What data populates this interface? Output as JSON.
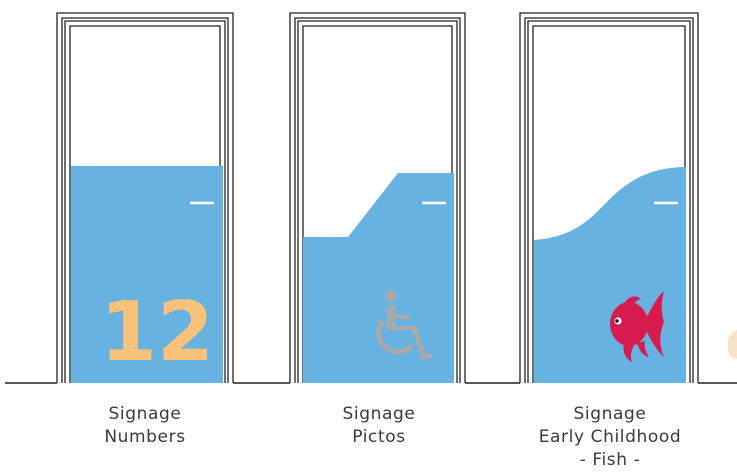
{
  "colors": {
    "door_blue": "#68b2e1",
    "number_orange": "#f9c27a",
    "picto_grey": "#a9a9a9",
    "fish_red": "#d81b4f",
    "frame_line": "#222222",
    "caption_text": "#3a3a3a"
  },
  "doors": [
    {
      "id": "numbers",
      "sign_text": "12",
      "icon": "number-sign",
      "caption": {
        "line1": "Signage",
        "line2": "Numbers"
      }
    },
    {
      "id": "pictos",
      "icon": "wheelchair-icon",
      "caption": {
        "line1": "Signage",
        "line2": "Pictos"
      }
    },
    {
      "id": "fish",
      "icon": "fish-icon",
      "caption": {
        "line1": "Signage",
        "line2": "Early Childhood",
        "line3": "- Fish -"
      }
    }
  ]
}
